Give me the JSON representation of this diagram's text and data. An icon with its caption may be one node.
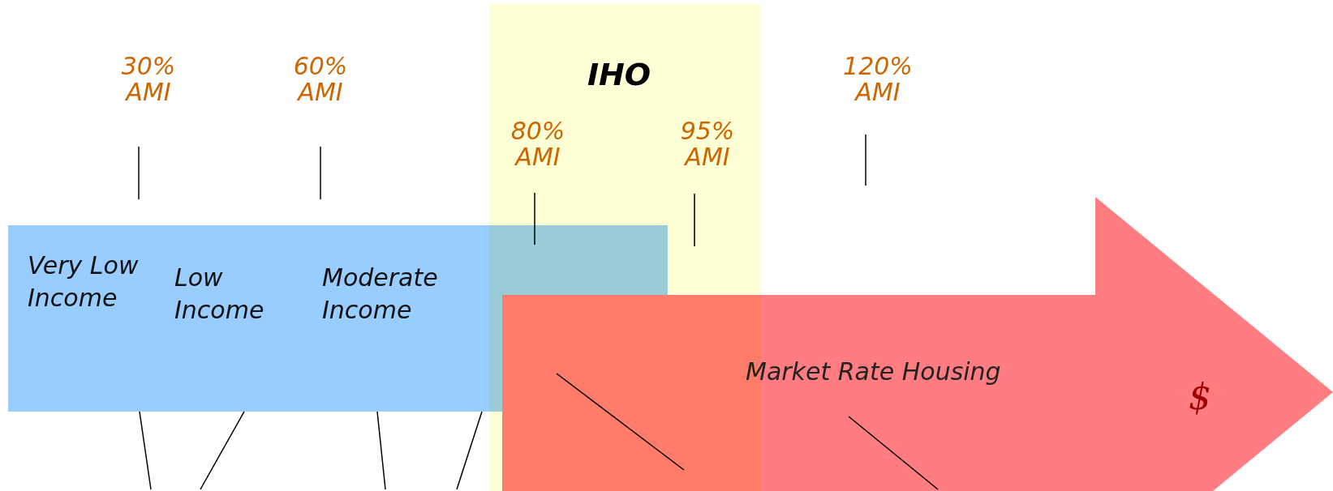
{
  "diagram": {
    "nodes": [
      {
        "text": [
          "IHO"
        ]
      },
      {
        "text": [],
        "shape": "box"
      },
      {
        "text": [
          "Very Low Income"
        ],
        "in": 1
      },
      {
        "text": [
          "Low Income"
        ],
        "in": 1
      },
      {
        "text": [
          "Moderate Income"
        ],
        "in": 1
      },
      {
        "text": [
          "Market Rate Housing",
          "$"
        ]
      }
    ],
    "edges": [
      {
        "from": 1,
        "to": null,
        "arrow": "none"
      },
      {
        "from": 1,
        "to": null,
        "arrow": "none"
      },
      {
        "from": 1,
        "to": null,
        "arrow": "none"
      },
      {
        "from": 1,
        "to": null,
        "arrow": "none"
      },
      {
        "from": 5,
        "to": 0,
        "arrow": "none"
      },
      {
        "from": 5,
        "to": null,
        "arrow": "none"
      }
    ],
    "labels": [
      "30% AMI",
      "60% AMI",
      "80% AMI",
      "95% AMI",
      "120% AMI"
    ]
  }
}
